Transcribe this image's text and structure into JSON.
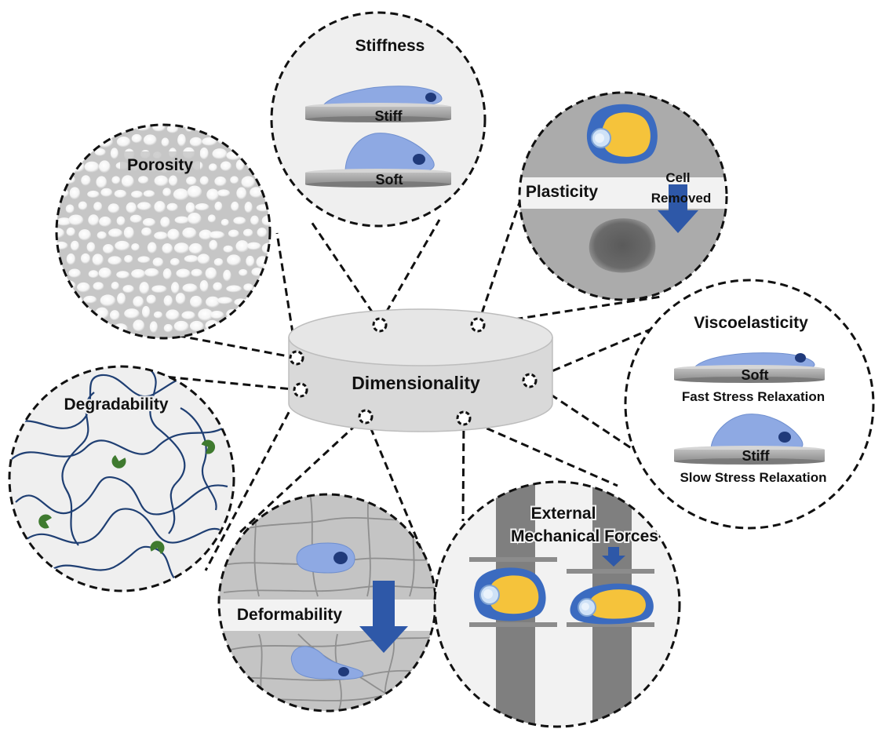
{
  "center": {
    "label": "Dimensionality"
  },
  "panels": {
    "stiffness": {
      "title": "Stiffness",
      "stiff_label": "Stiff",
      "soft_label": "Soft"
    },
    "plasticity": {
      "title": "Plasticity",
      "arrow_label_line1": "Cell",
      "arrow_label_line2": "Removed"
    },
    "porosity": {
      "title": "Porosity"
    },
    "viscoelasticity": {
      "title": "Viscoelasticity",
      "top_label": "Soft",
      "top_caption": "Fast Stress Relaxation",
      "bottom_label": "Stiff",
      "bottom_caption": "Slow Stress Relaxation"
    },
    "degradability": {
      "title": "Degradability"
    },
    "deformability": {
      "title": "Deformability"
    },
    "external_forces": {
      "title_line1": "External",
      "title_line2": "Mechanical Forces"
    }
  },
  "colors": {
    "cell_blue": "#8ea9e3",
    "nucleus_navy": "#203a7a",
    "arrow_blue": "#2e58a8",
    "fiber_navy": "#1f3f73",
    "enzyme_green": "#3f7a2f",
    "nucleus_yellow": "#f5c33b",
    "cylinder_gray": "#d9d9d9",
    "substrate_gray": "#8c8c8c"
  }
}
